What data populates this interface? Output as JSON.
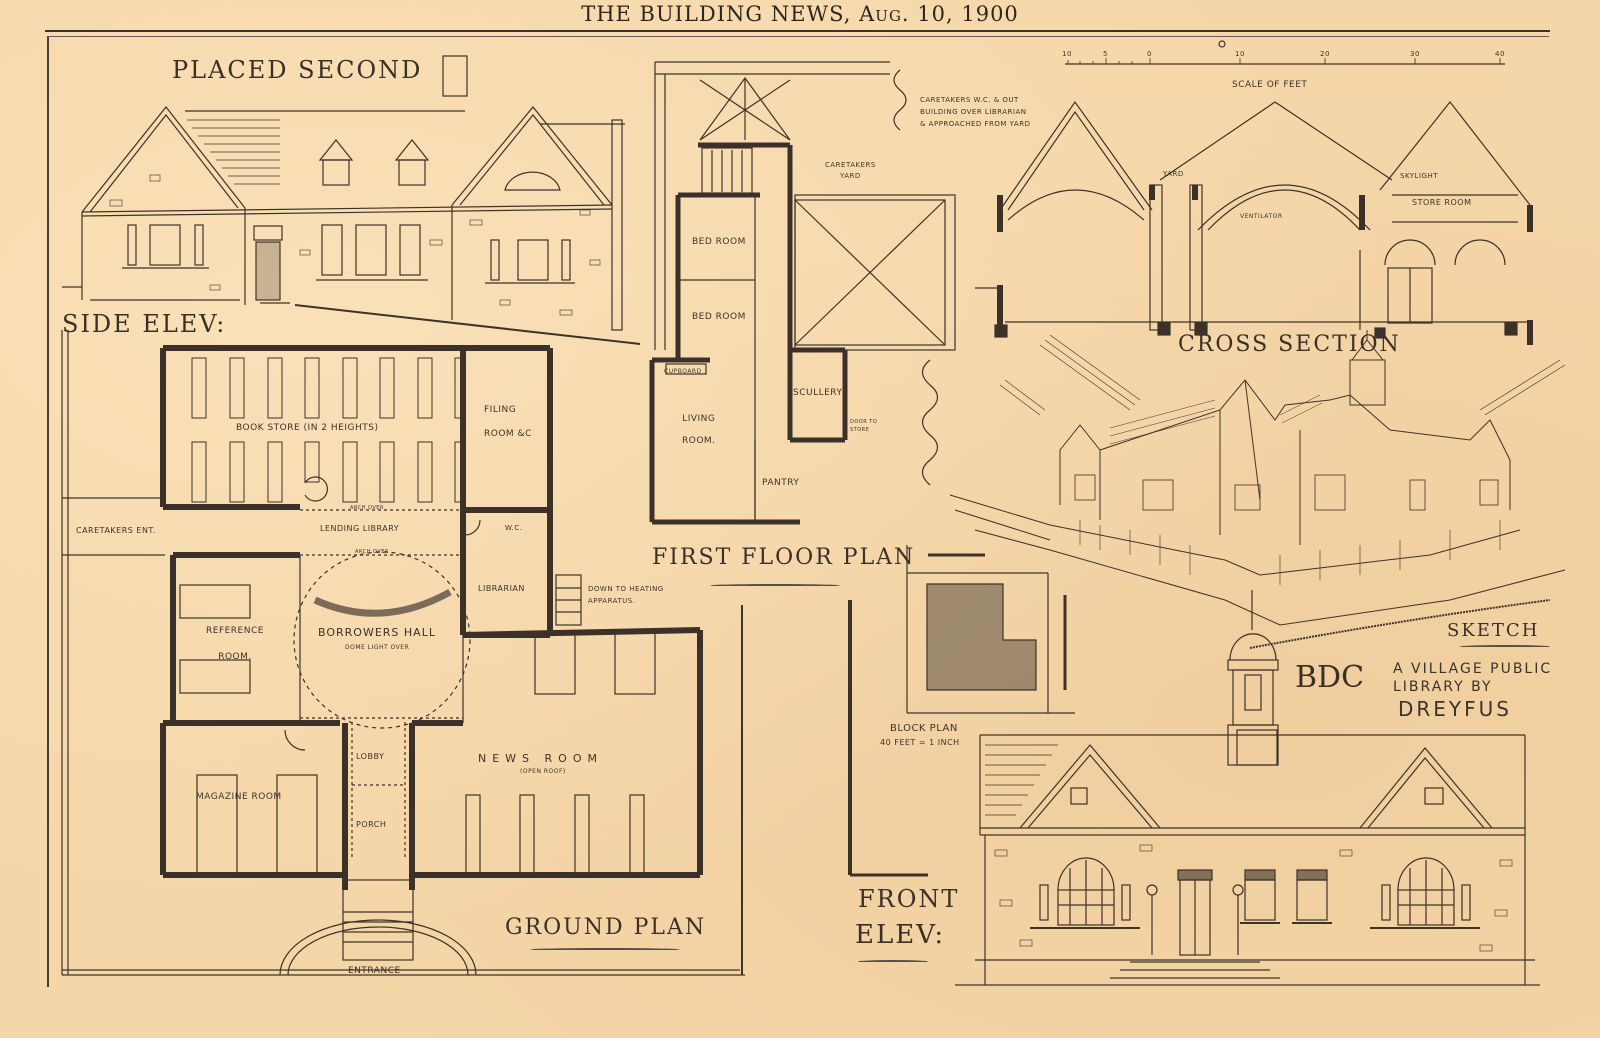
{
  "header": {
    "publication": "THE BUILDING NEWS,",
    "date": "Aug. 10, 1900"
  },
  "titles": {
    "placed_second": "Placed Second",
    "side_elev": "Side Elev:",
    "first_floor_plan": "First Floor Plan",
    "ground_plan": "Ground Plan",
    "cross_section": "Cross Section",
    "sketch": "Sketch",
    "front_elev_1": "Front",
    "front_elev_2": "Elev:",
    "block_plan": "Block Plan",
    "block_plan_scale": "40 feet = 1 inch",
    "scale_of_feet": "Scale of feet"
  },
  "scale_bar": {
    "ticks": [
      "10",
      "5",
      "0",
      "10",
      "20",
      "30",
      "40"
    ]
  },
  "credit": {
    "monogram": "BDC",
    "line1": "A Village Public",
    "line2": "Library by",
    "line3": "Dreyfus"
  },
  "notes": {
    "caretakers_wc": [
      "Caretakers W.C. & Out",
      "Building over Librarian",
      "& approached from yard"
    ],
    "down_to_heating": [
      "Down to heating",
      "apparatus."
    ]
  },
  "ground_plan_rooms": {
    "book_store": "Book Store (in 2 heights)",
    "filing_room": [
      "Filing",
      "Room &c"
    ],
    "caretakers_ent": "Caretakers Ent.",
    "lending_library": "Lending Library",
    "arch_over_1": "Arch over",
    "arch_over_2": "Arch over",
    "wc": "W.C.",
    "librarian": "Librarian",
    "reference_room": [
      "Reference",
      "Room."
    ],
    "borrowers_hall": "Borrowers Hall",
    "dome_light": "Dome light over",
    "lobby": "Lobby",
    "porch": "Porch",
    "magazine_room": "Magazine Room",
    "news_room": "News Room",
    "open_roof": "(open roof)",
    "entrance": "Entrance"
  },
  "first_floor_rooms": {
    "bed_room_1": "Bed Room",
    "bed_room_2": "Bed Room",
    "cupboard": "Cupboard",
    "living_room": [
      "Living",
      "Room."
    ],
    "scullery": "Scullery",
    "pantry": "Pantry",
    "caretakers_yard": [
      "Caretakers",
      "yard"
    ],
    "door_to_store": [
      "Door to",
      "Store"
    ]
  },
  "section_labels": {
    "store_room": "Store Room",
    "yard": "Yard",
    "skylight": "Skylight",
    "ventilator": "Ventilator"
  },
  "colors": {
    "paper": "#f5d6a8",
    "ink": "#3a2f25",
    "wall_fill": "#3b3128"
  }
}
